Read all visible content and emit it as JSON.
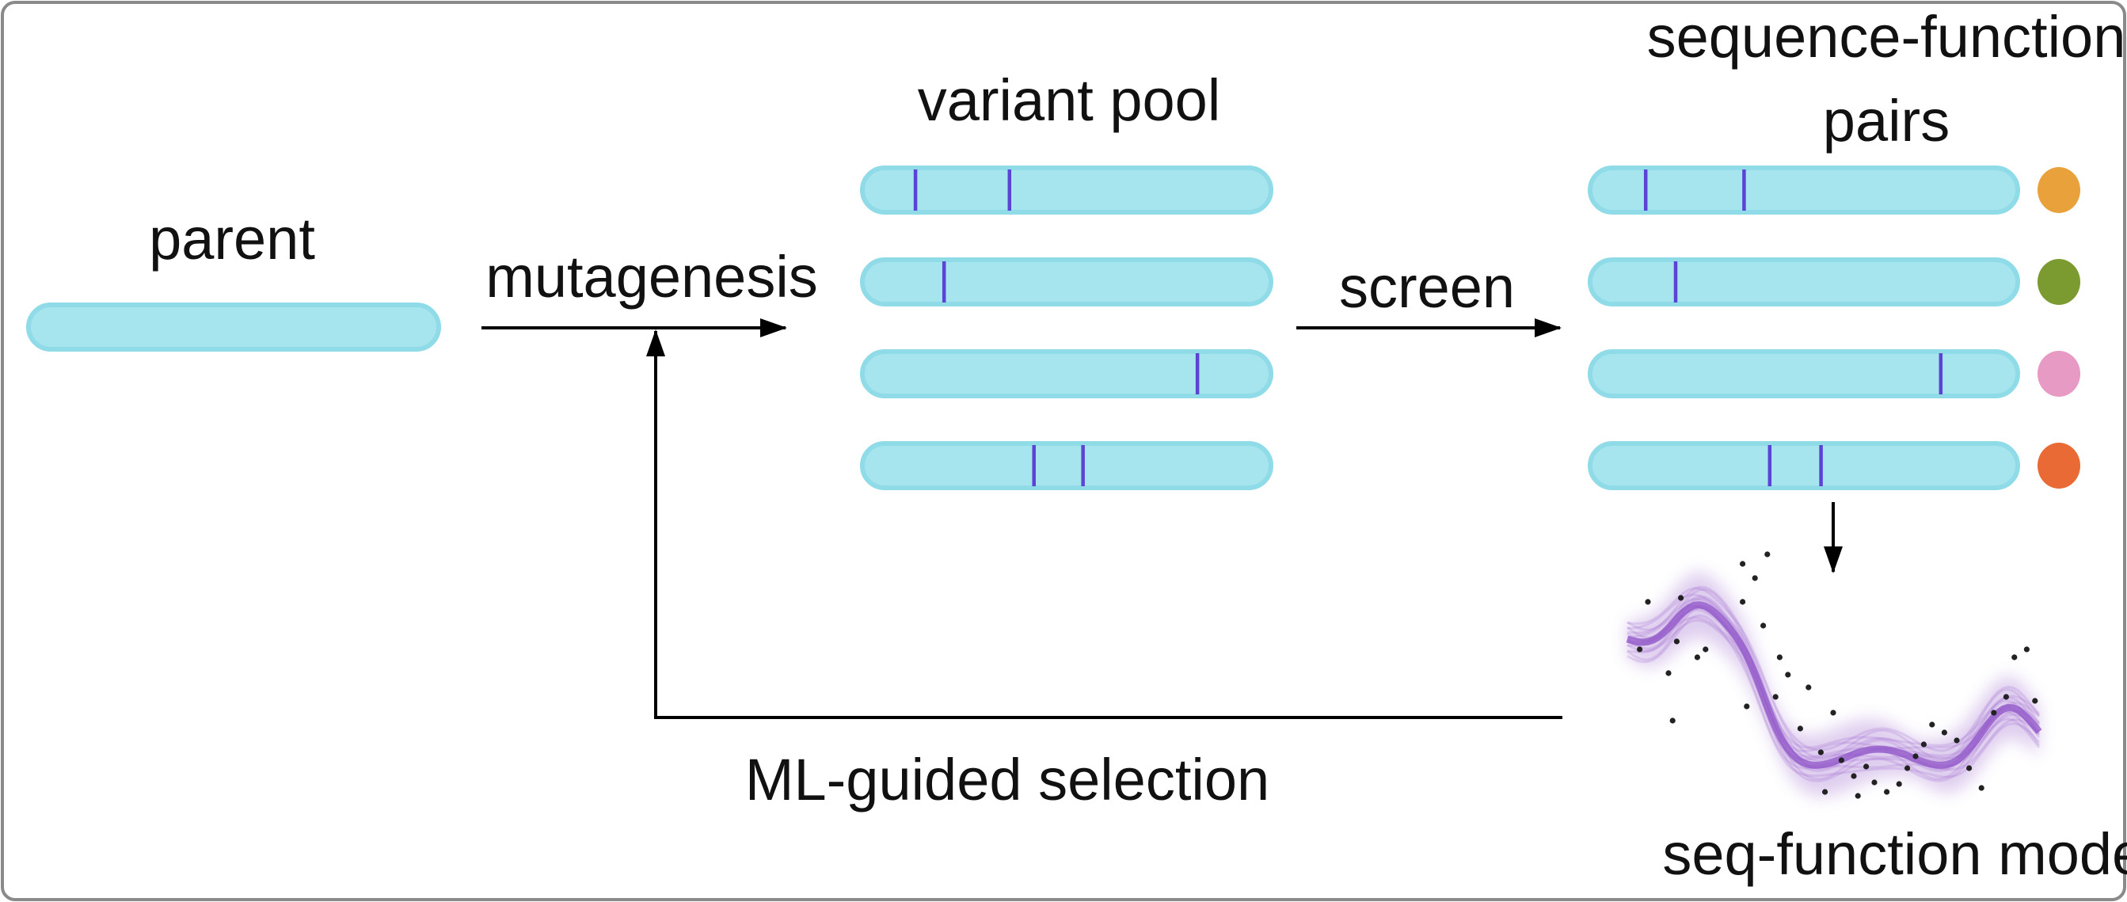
{
  "labels": {
    "parent": "parent",
    "mutagenesis": "mutagenesis",
    "variant_pool": "variant pool",
    "screen": "screen",
    "seq_function_pairs_line1": "sequence-function",
    "seq_function_pairs_line2": "pairs",
    "ml_guided_selection": "ML-guided selection",
    "seq_function_model": "seq-function model"
  },
  "colors": {
    "sequence_bar": "#a7e5ee",
    "sequence_bar_outline": "#8fdbe8",
    "mutation_mark": "#5b43d6",
    "model_band": "#8e52c7",
    "observation_point": "#222222",
    "function_values": [
      "#e9a23b",
      "#7b9a2f",
      "#e79ac4",
      "#e96a35"
    ]
  },
  "variants": [
    {
      "mutations": [
        0.13,
        0.36
      ]
    },
    {
      "mutations": [
        0.2
      ]
    },
    {
      "mutations": [
        0.82
      ]
    },
    {
      "mutations": [
        0.42,
        0.54
      ]
    }
  ],
  "function_markers": [
    "orange",
    "olive-green",
    "pink",
    "red-orange"
  ]
}
